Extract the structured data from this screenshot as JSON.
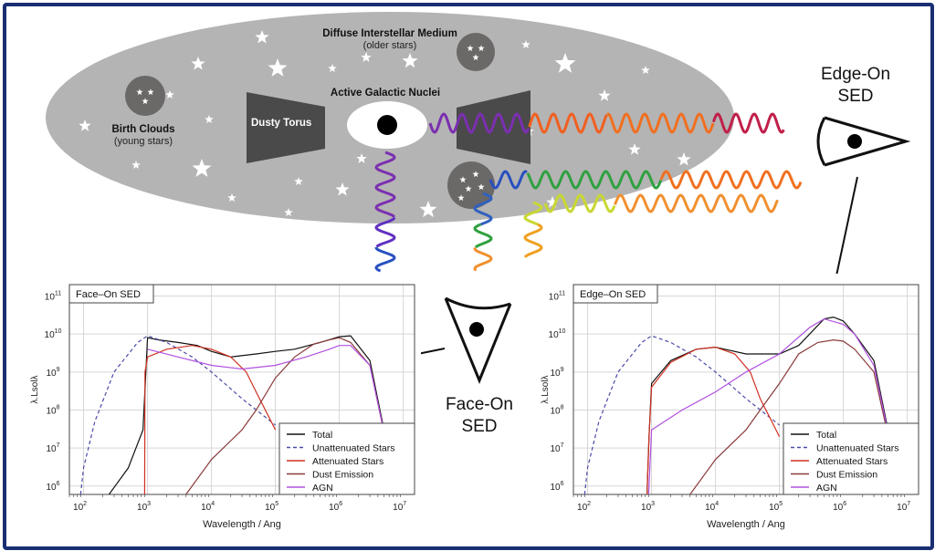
{
  "galaxy": {
    "diffuse_title": "Diffuse Interstellar Medium",
    "diffuse_sub": "(older stars)",
    "birth_title": "Birth Clouds",
    "birth_sub": "(young stars)",
    "agn_label": "Active Galactic Nuclei",
    "torus_label": "Dusty Torus"
  },
  "views": {
    "edge_on_line1": "Edge-On",
    "edge_on_line2": "SED",
    "face_on_line1": "Face-On",
    "face_on_line2": "SED"
  },
  "colors": {
    "frame": "#1a2e72",
    "galaxy": "#b4b4b4",
    "torus": "#4a4a4a",
    "total": "#111111",
    "unattenuated": "#4a4aa8",
    "attenuated": "#d03020",
    "dust": "#8a3a3a",
    "agn": "#b050e0"
  },
  "chart_data": [
    {
      "type": "line",
      "title": "Face–On SED",
      "xlabel": "Wavelength / Ang",
      "ylabel": "λ.Lsolλ",
      "xscale": "log",
      "yscale": "log",
      "xlim": [
        60,
        15000000
      ],
      "ylim": [
        600000,
        200000000000
      ],
      "xticks": [
        "10^2",
        "10^3",
        "10^4",
        "10^5",
        "10^6",
        "10^7"
      ],
      "yticks": [
        "10^6",
        "10^7",
        "10^8",
        "10^9",
        "10^10",
        "10^11"
      ],
      "legend_position": "bottom-right",
      "legend": [
        "Total",
        "Unattenuated Stars",
        "Attenuated Stars",
        "Dust Emission",
        "AGN"
      ],
      "series": [
        {
          "name": "Total",
          "x": [
            250,
            500,
            850,
            1000,
            1500,
            3000,
            6000,
            10000,
            20000,
            50000,
            100000,
            200000,
            500000,
            1000000,
            1500000,
            3000000,
            8000000
          ],
          "y": [
            600000,
            3000000,
            30000000,
            8000000000,
            7000000000,
            6000000000,
            5000000000,
            3500000000,
            2500000000,
            3000000000,
            3500000000,
            4000000000,
            6000000000,
            8500000000,
            9000000000,
            2000000000,
            600000
          ]
        },
        {
          "name": "Unattenuated Stars",
          "x": [
            90,
            100,
            150,
            300,
            700,
            1000,
            2000,
            5000,
            10000,
            30000,
            100000
          ],
          "y": [
            600000,
            3000000,
            50000000,
            1000000000,
            6000000000,
            9000000000,
            6000000000,
            2500000000,
            1000000000,
            200000000,
            40000000
          ]
        },
        {
          "name": "Attenuated Stars",
          "x": [
            900,
            912,
            1000,
            2000,
            5000,
            10000,
            20000,
            35000,
            50000,
            100000
          ],
          "y": [
            600000,
            1000000000,
            2500000000,
            4000000000,
            5000000000,
            4000000000,
            2500000000,
            1000000000,
            300000000,
            30000000
          ]
        },
        {
          "name": "Dust Emission",
          "x": [
            4000,
            10000,
            30000,
            50000,
            100000,
            200000,
            400000,
            700000,
            1000000,
            1500000,
            3000000,
            8000000
          ],
          "y": [
            600000,
            5000000,
            30000000,
            100000000,
            700000000,
            2500000000,
            5500000000,
            7000000000,
            8000000000,
            6000000000,
            1500000000,
            600000
          ]
        },
        {
          "name": "AGN",
          "x": [
            1000,
            3000,
            10000,
            30000,
            100000,
            300000,
            700000,
            1000000,
            1500000,
            3000000,
            8000000
          ],
          "y": [
            4000000000,
            2500000000,
            1500000000,
            1200000000,
            1500000000,
            2500000000,
            4000000000,
            5000000000,
            5000000000,
            1500000000,
            600000
          ]
        }
      ]
    },
    {
      "type": "line",
      "title": "Edge–On SED",
      "xlabel": "Wavelength / Ang",
      "ylabel": "λ.Lsolλ",
      "xscale": "log",
      "yscale": "log",
      "xlim": [
        60,
        15000000
      ],
      "ylim": [
        600000,
        200000000000
      ],
      "xticks": [
        "10^2",
        "10^3",
        "10^4",
        "10^5",
        "10^6",
        "10^7"
      ],
      "yticks": [
        "10^6",
        "10^7",
        "10^8",
        "10^9",
        "10^10",
        "10^11"
      ],
      "legend_position": "bottom-right",
      "legend": [
        "Total",
        "Unattenuated Stars",
        "Attenuated Stars",
        "Dust Emission",
        "AGN"
      ],
      "series": [
        {
          "name": "Total",
          "x": [
            850,
            912,
            1000,
            2000,
            5000,
            10000,
            30000,
            100000,
            200000,
            500000,
            700000,
            1000000,
            1500000,
            3000000,
            8000000
          ],
          "y": [
            600000,
            20000000,
            500000000,
            2000000000,
            4000000000,
            4500000000,
            3000000000,
            3000000000,
            5000000000,
            25000000000,
            28000000000,
            22000000000,
            10000000000,
            2000000000,
            600000
          ]
        },
        {
          "name": "Unattenuated Stars",
          "x": [
            90,
            100,
            150,
            300,
            700,
            1000,
            2000,
            5000,
            10000,
            30000,
            100000
          ],
          "y": [
            600000,
            3000000,
            50000000,
            1000000000,
            6000000000,
            9000000000,
            6000000000,
            2500000000,
            1000000000,
            200000000,
            40000000
          ]
        },
        {
          "name": "Attenuated Stars",
          "x": [
            850,
            912,
            1000,
            2000,
            5000,
            10000,
            20000,
            35000,
            50000,
            100000
          ],
          "y": [
            600000,
            20000000,
            400000000,
            1800000000,
            4000000000,
            4500000000,
            3000000000,
            1000000000,
            200000000,
            20000000
          ]
        },
        {
          "name": "Dust Emission",
          "x": [
            4000,
            10000,
            30000,
            50000,
            100000,
            200000,
            400000,
            700000,
            1000000,
            1500000,
            3000000,
            8000000
          ],
          "y": [
            600000,
            5000000,
            30000000,
            100000000,
            500000000,
            3000000000,
            6000000000,
            7000000000,
            6500000000,
            4000000000,
            1000000000,
            600000
          ]
        },
        {
          "name": "AGN",
          "x": [
            900,
            1000,
            3000,
            10000,
            30000,
            100000,
            300000,
            500000,
            1000000,
            1500000,
            3000000,
            8000000
          ],
          "y": [
            600000,
            30000000,
            100000000,
            300000000,
            1000000000,
            3000000000,
            15000000000,
            25000000000,
            18000000000,
            10000000000,
            1500000000,
            600000
          ]
        }
      ]
    }
  ]
}
